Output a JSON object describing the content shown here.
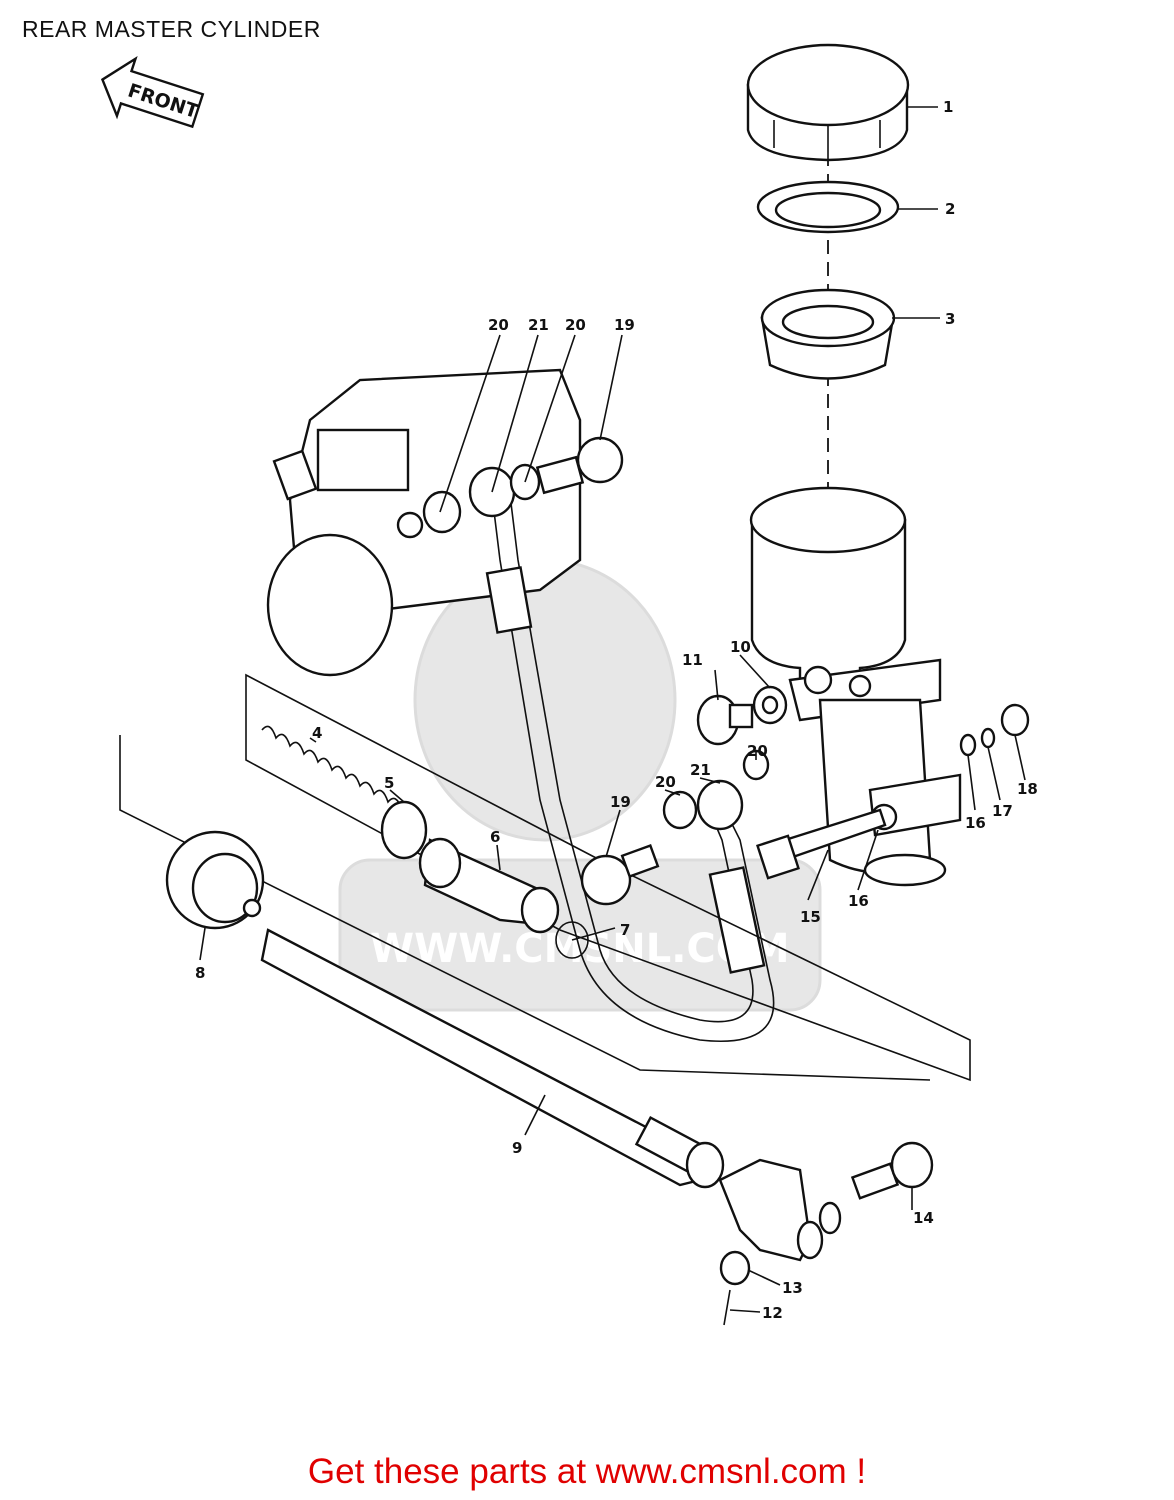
{
  "title": "REAR MASTER CYLINDER",
  "direction_label": "FRONT",
  "watermark_text": "WWW.CMSNL.COM",
  "promo_text": "Get these parts at www.cmsnl.com !",
  "promo_color": "#e00000",
  "callouts": [
    "1",
    "2",
    "3",
    "4",
    "5",
    "6",
    "7",
    "8",
    "9",
    "10",
    "11",
    "12",
    "13",
    "14",
    "15",
    "16",
    "16",
    "17",
    "18",
    "19",
    "19",
    "20",
    "20",
    "20",
    "20",
    "21",
    "21"
  ]
}
